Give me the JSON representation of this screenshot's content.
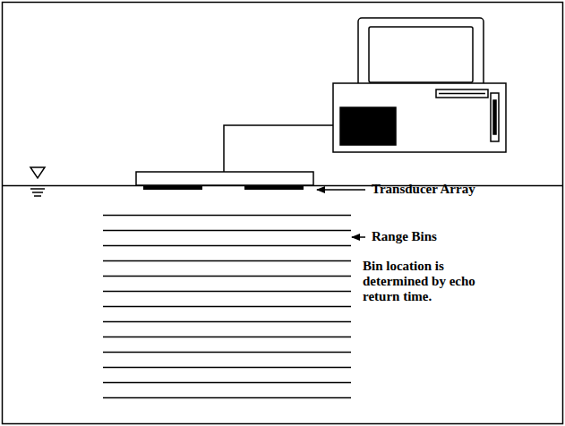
{
  "diagram": {
    "labels": [
      "Transducer Array",
      "Range Bins",
      "Bin location is determined by echo return time."
    ]
  }
}
